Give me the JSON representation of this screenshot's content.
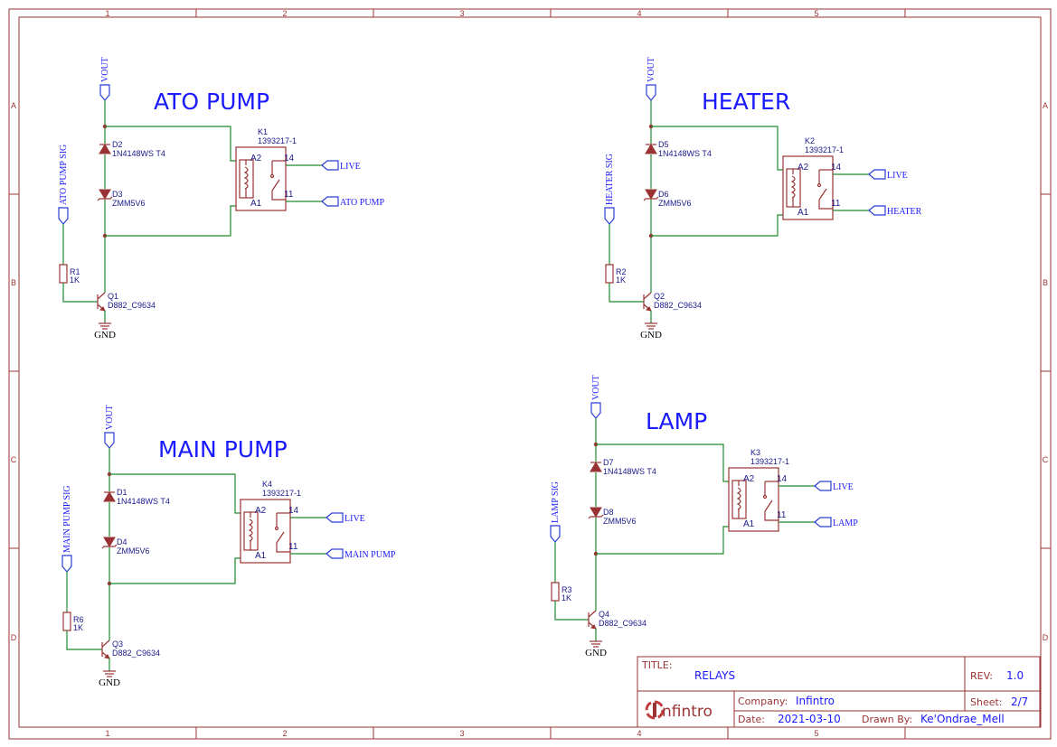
{
  "frame": {
    "columns": [
      "1",
      "2",
      "3",
      "4",
      "5"
    ],
    "rows": [
      "A",
      "B",
      "C",
      "D"
    ]
  },
  "title_block": {
    "title_label": "TITLE:",
    "title": "RELAYS",
    "rev_label": "REV:",
    "rev": "1.0",
    "company_label": "Company:",
    "company": "Infintro",
    "sheet_label": "Sheet:",
    "sheet": "2/7",
    "date_label": "Date:",
    "date": "2021-03-10",
    "drawn_label": "Drawn By:",
    "drawn_by": "Ke'Ondrae_Mell",
    "logo_text": "nfintro"
  },
  "blocks": [
    {
      "title": "ATO PUMP",
      "vout": "VOUT",
      "signal": "ATO PUMP SIG",
      "gnd": "GND",
      "diode_top": {
        "ref": "D2",
        "value": "1N4148WS T4"
      },
      "diode_zener": {
        "ref": "D3",
        "value": "ZMM5V6"
      },
      "relay": {
        "ref": "K1",
        "value": "1393217-1",
        "pin_a2": "A2",
        "pin_a1": "A1",
        "pin_14": "14",
        "pin_11": "11"
      },
      "resistor": {
        "ref": "R1",
        "value": "1K"
      },
      "transistor": {
        "ref": "Q1",
        "value": "D882_C9634"
      },
      "net_live": "LIVE",
      "net_out": "ATO PUMP"
    },
    {
      "title": "HEATER",
      "vout": "VOUT",
      "signal": "HEATER SIG",
      "gnd": "GND",
      "diode_top": {
        "ref": "D5",
        "value": "1N4148WS T4"
      },
      "diode_zener": {
        "ref": "D6",
        "value": "ZMM5V6"
      },
      "relay": {
        "ref": "K2",
        "value": "1393217-1",
        "pin_a2": "A2",
        "pin_a1": "A1",
        "pin_14": "14",
        "pin_11": "11"
      },
      "resistor": {
        "ref": "R2",
        "value": "1K"
      },
      "transistor": {
        "ref": "Q2",
        "value": "D882_C9634"
      },
      "net_live": "LIVE",
      "net_out": "HEATER"
    },
    {
      "title": "MAIN PUMP",
      "vout": "VOUT",
      "signal": "MAIN PUMP SIG",
      "gnd": "GND",
      "diode_top": {
        "ref": "D1",
        "value": "1N4148WS T4"
      },
      "diode_zener": {
        "ref": "D4",
        "value": "ZMM5V6"
      },
      "relay": {
        "ref": "K4",
        "value": "1393217-1",
        "pin_a2": "A2",
        "pin_a1": "A1",
        "pin_14": "14",
        "pin_11": "11"
      },
      "resistor": {
        "ref": "R6",
        "value": "1K"
      },
      "transistor": {
        "ref": "Q3",
        "value": "D882_C9634"
      },
      "net_live": "LIVE",
      "net_out": "MAIN PUMP"
    },
    {
      "title": "LAMP",
      "vout": "VOUT",
      "signal": "LAMP SIG",
      "gnd": "GND",
      "diode_top": {
        "ref": "D7",
        "value": "1N4148WS T4"
      },
      "diode_zener": {
        "ref": "D8",
        "value": "ZMM5V6"
      },
      "relay": {
        "ref": "K3",
        "value": "1393217-1",
        "pin_a2": "A2",
        "pin_a1": "A1",
        "pin_14": "14",
        "pin_11": "11"
      },
      "resistor": {
        "ref": "R3",
        "value": "1K"
      },
      "transistor": {
        "ref": "Q4",
        "value": "D882_C9634"
      },
      "net_live": "LIVE",
      "net_out": "LAMP"
    }
  ]
}
